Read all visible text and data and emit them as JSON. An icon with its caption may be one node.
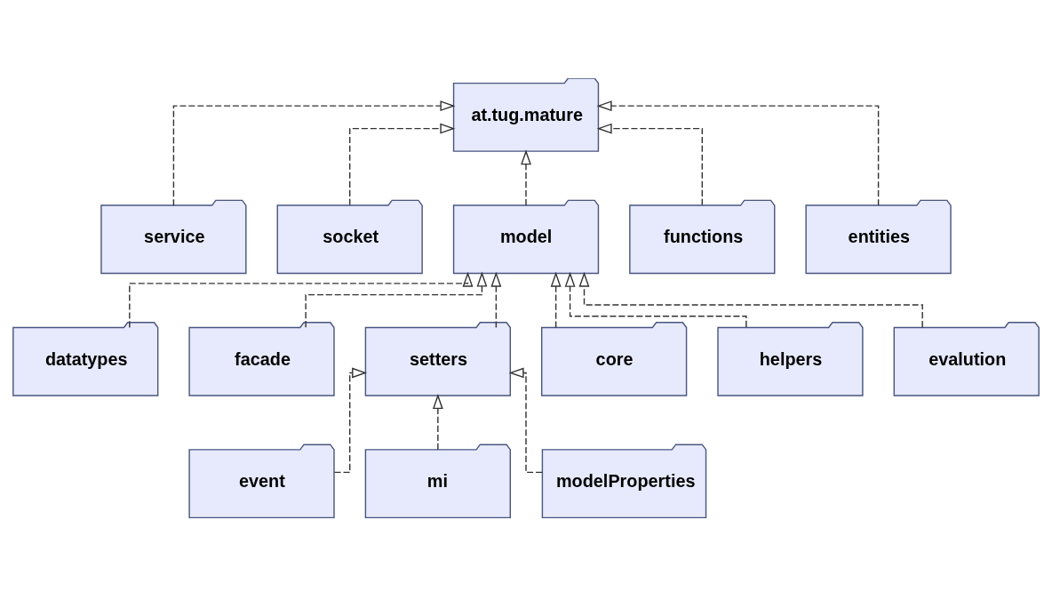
{
  "diagram": {
    "nodes": [
      {
        "text": [
          "at.tug.mature"
        ]
      },
      {
        "text": [
          "service"
        ]
      },
      {
        "text": [
          "socket"
        ]
      },
      {
        "text": [
          "model"
        ]
      },
      {
        "text": [
          "functions"
        ]
      },
      {
        "text": [
          "entities"
        ]
      },
      {
        "text": [
          "datatypes"
        ]
      },
      {
        "text": [
          "facade"
        ]
      },
      {
        "text": [
          "setters"
        ]
      },
      {
        "text": [
          "core"
        ]
      },
      {
        "text": [
          "helpers"
        ]
      },
      {
        "text": [
          "evalution"
        ]
      },
      {
        "text": [
          "event"
        ]
      },
      {
        "text": [
          "mi"
        ]
      },
      {
        "text": [
          "modelProperties"
        ]
      }
    ],
    "edges": [
      {
        "from": 1,
        "to": 0,
        "arrow": "to",
        "style": "dashed"
      },
      {
        "from": 2,
        "to": 0,
        "arrow": "to",
        "style": "dashed"
      },
      {
        "from": 3,
        "to": 0,
        "arrow": "to",
        "style": "dashed"
      },
      {
        "from": 4,
        "to": 0,
        "arrow": "to",
        "style": "dashed"
      },
      {
        "from": 5,
        "to": 0,
        "arrow": "to",
        "style": "dashed"
      },
      {
        "from": 6,
        "to": 3,
        "arrow": "to",
        "style": "dashed"
      },
      {
        "from": 7,
        "to": 3,
        "arrow": "to",
        "style": "dashed"
      },
      {
        "from": 8,
        "to": 3,
        "arrow": "to",
        "style": "dashed"
      },
      {
        "from": 9,
        "to": 3,
        "arrow": "to",
        "style": "dashed"
      },
      {
        "from": 10,
        "to": 3,
        "arrow": "to",
        "style": "dashed"
      },
      {
        "from": 11,
        "to": 3,
        "arrow": "to",
        "style": "dashed"
      },
      {
        "from": 12,
        "to": 8,
        "arrow": "to",
        "style": "dashed"
      },
      {
        "from": 13,
        "to": 8,
        "arrow": "to",
        "style": "dashed"
      },
      {
        "from": 14,
        "to": 8,
        "arrow": "to",
        "style": "dashed"
      }
    ]
  }
}
